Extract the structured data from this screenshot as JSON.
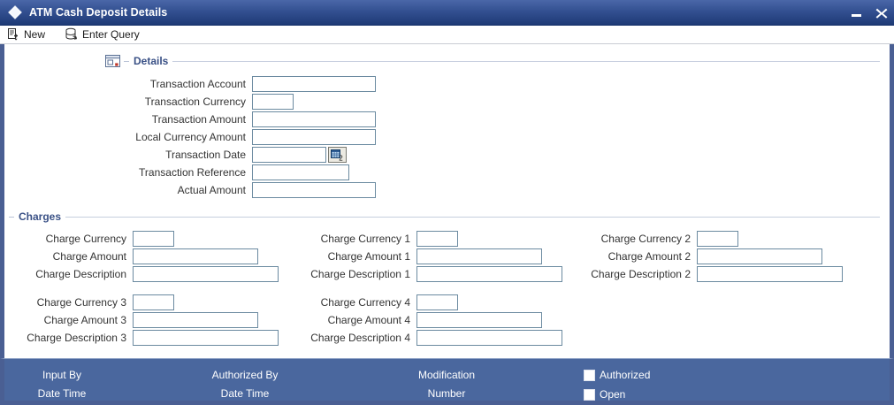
{
  "window": {
    "title": "ATM Cash Deposit Details",
    "app_icon": "diamond-icon",
    "minimize_label": "minimize-icon",
    "close_label": "close-icon"
  },
  "toolbar": {
    "items": [
      {
        "label": "New",
        "icon": "new-document-icon"
      },
      {
        "label": "Enter Query",
        "icon": "database-query-icon"
      }
    ]
  },
  "details": {
    "title": "Details",
    "collapse_icon": "panel-restore-icon",
    "fields": [
      {
        "label": "Transaction Account",
        "value": "",
        "width": 140
      },
      {
        "label": "Transaction Currency",
        "value": "",
        "width": 47
      },
      {
        "label": "Transaction Amount",
        "value": "",
        "width": 140
      },
      {
        "label": "Local Currency Amount",
        "value": "",
        "width": 140
      },
      {
        "label": "Transaction Date",
        "value": "",
        "width": 84,
        "button": "calendar-icon"
      },
      {
        "label": "Transaction Reference",
        "value": "",
        "width": 110
      },
      {
        "label": "Actual Amount",
        "value": "",
        "width": 140
      }
    ]
  },
  "charges": {
    "title": "Charges",
    "columns": [
      {
        "fields": [
          {
            "label": "Charge Currency",
            "value": "",
            "width": 47
          },
          {
            "label": "Charge Amount",
            "value": "",
            "width": 142
          },
          {
            "label": "Charge Description",
            "value": "",
            "width": 165
          }
        ]
      },
      {
        "fields": [
          {
            "label": "Charge Currency 1",
            "value": "",
            "width": 47
          },
          {
            "label": "Charge Amount 1",
            "value": "",
            "width": 142
          },
          {
            "label": "Charge Description 1",
            "value": "",
            "width": 165
          }
        ]
      },
      {
        "fields": [
          {
            "label": "Charge Currency 2",
            "value": "",
            "width": 47
          },
          {
            "label": "Charge Amount 2",
            "value": "",
            "width": 142
          },
          {
            "label": "Charge Description 2",
            "value": "",
            "width": 165
          }
        ]
      },
      {
        "fields": [
          {
            "label": "Charge Currency 3",
            "value": "",
            "width": 47
          },
          {
            "label": "Charge Amount 3",
            "value": "",
            "width": 142
          },
          {
            "label": "Charge Description 3",
            "value": "",
            "width": 165
          }
        ]
      },
      {
        "fields": [
          {
            "label": "Charge Currency 4",
            "value": "",
            "width": 47
          },
          {
            "label": "Charge Amount 4",
            "value": "",
            "width": 142
          },
          {
            "label": "Charge Description 4",
            "value": "",
            "width": 165
          }
        ]
      }
    ]
  },
  "footer": {
    "columns": [
      {
        "line1": "Input By",
        "line2": "Date Time"
      },
      {
        "line1": "Authorized By",
        "line2": "Date Time"
      },
      {
        "line1": "Modification",
        "line2": "Number"
      }
    ],
    "checkboxes": [
      {
        "label": "Authorized",
        "checked": false
      },
      {
        "label": "Open",
        "checked": false
      }
    ]
  },
  "colors": {
    "titlebar": "#335091",
    "footer": "#4a679e",
    "window_border": "#4a5f93",
    "group_title": "#3a5186",
    "input_border": "#6b8aa0"
  }
}
